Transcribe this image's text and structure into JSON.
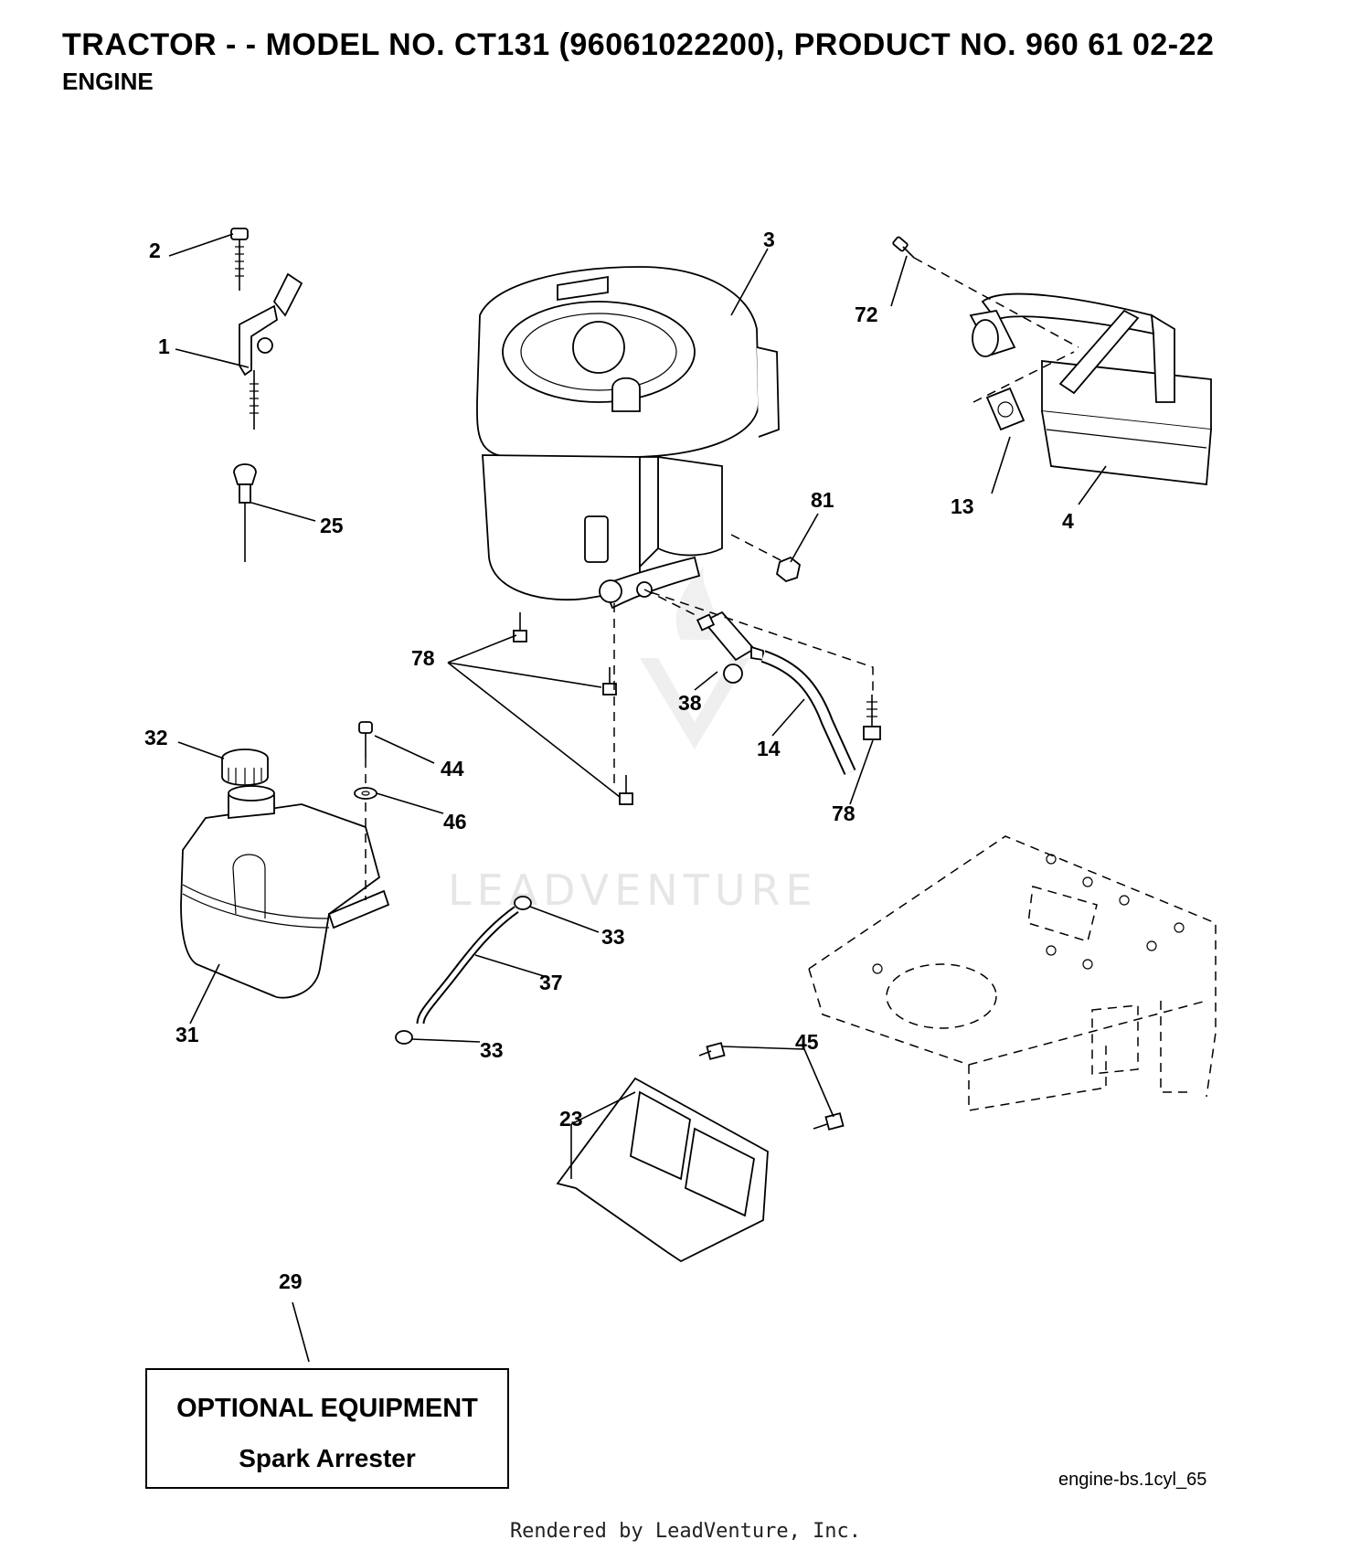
{
  "header": {
    "title": "TRACTOR - - MODEL NO. CT131 (96061022200), PRODUCT NO. 960 61 02-22",
    "subtitle": "ENGINE"
  },
  "callouts": {
    "c1": "1",
    "c2": "2",
    "c3": "3",
    "c4": "4",
    "c13": "13",
    "c14": "14",
    "c23": "23",
    "c25": "25",
    "c29": "29",
    "c31": "31",
    "c32": "32",
    "c33a": "33",
    "c33b": "33",
    "c37": "37",
    "c38": "38",
    "c44": "44",
    "c45": "45",
    "c46": "46",
    "c72": "72",
    "c78a": "78",
    "c78b": "78",
    "c81": "81"
  },
  "optional_box": {
    "title": "OPTIONAL EQUIPMENT",
    "item": "Spark Arrester"
  },
  "diagram_id": "engine-bs.1cyl_65",
  "watermark": "LEADVENTURE",
  "footer": "Rendered by LeadVenture, Inc."
}
